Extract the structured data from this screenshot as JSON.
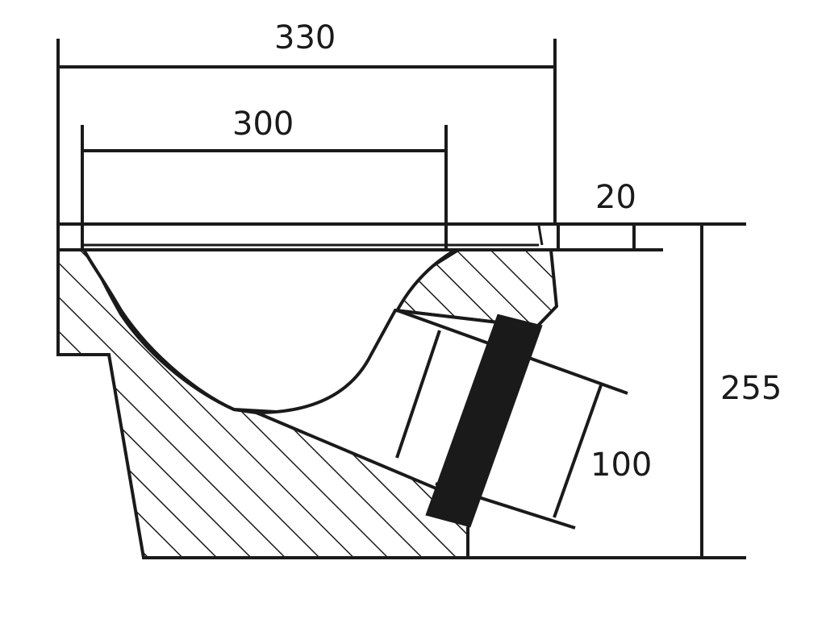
{
  "dimensions": {
    "overall_width": "330",
    "inner_width": "300",
    "rim_thickness": "20",
    "overall_height": "255",
    "outlet_diameter": "100"
  },
  "colors": {
    "line": "#1a1a1a",
    "background": "#ffffff",
    "seal": "#1a1a1a"
  }
}
